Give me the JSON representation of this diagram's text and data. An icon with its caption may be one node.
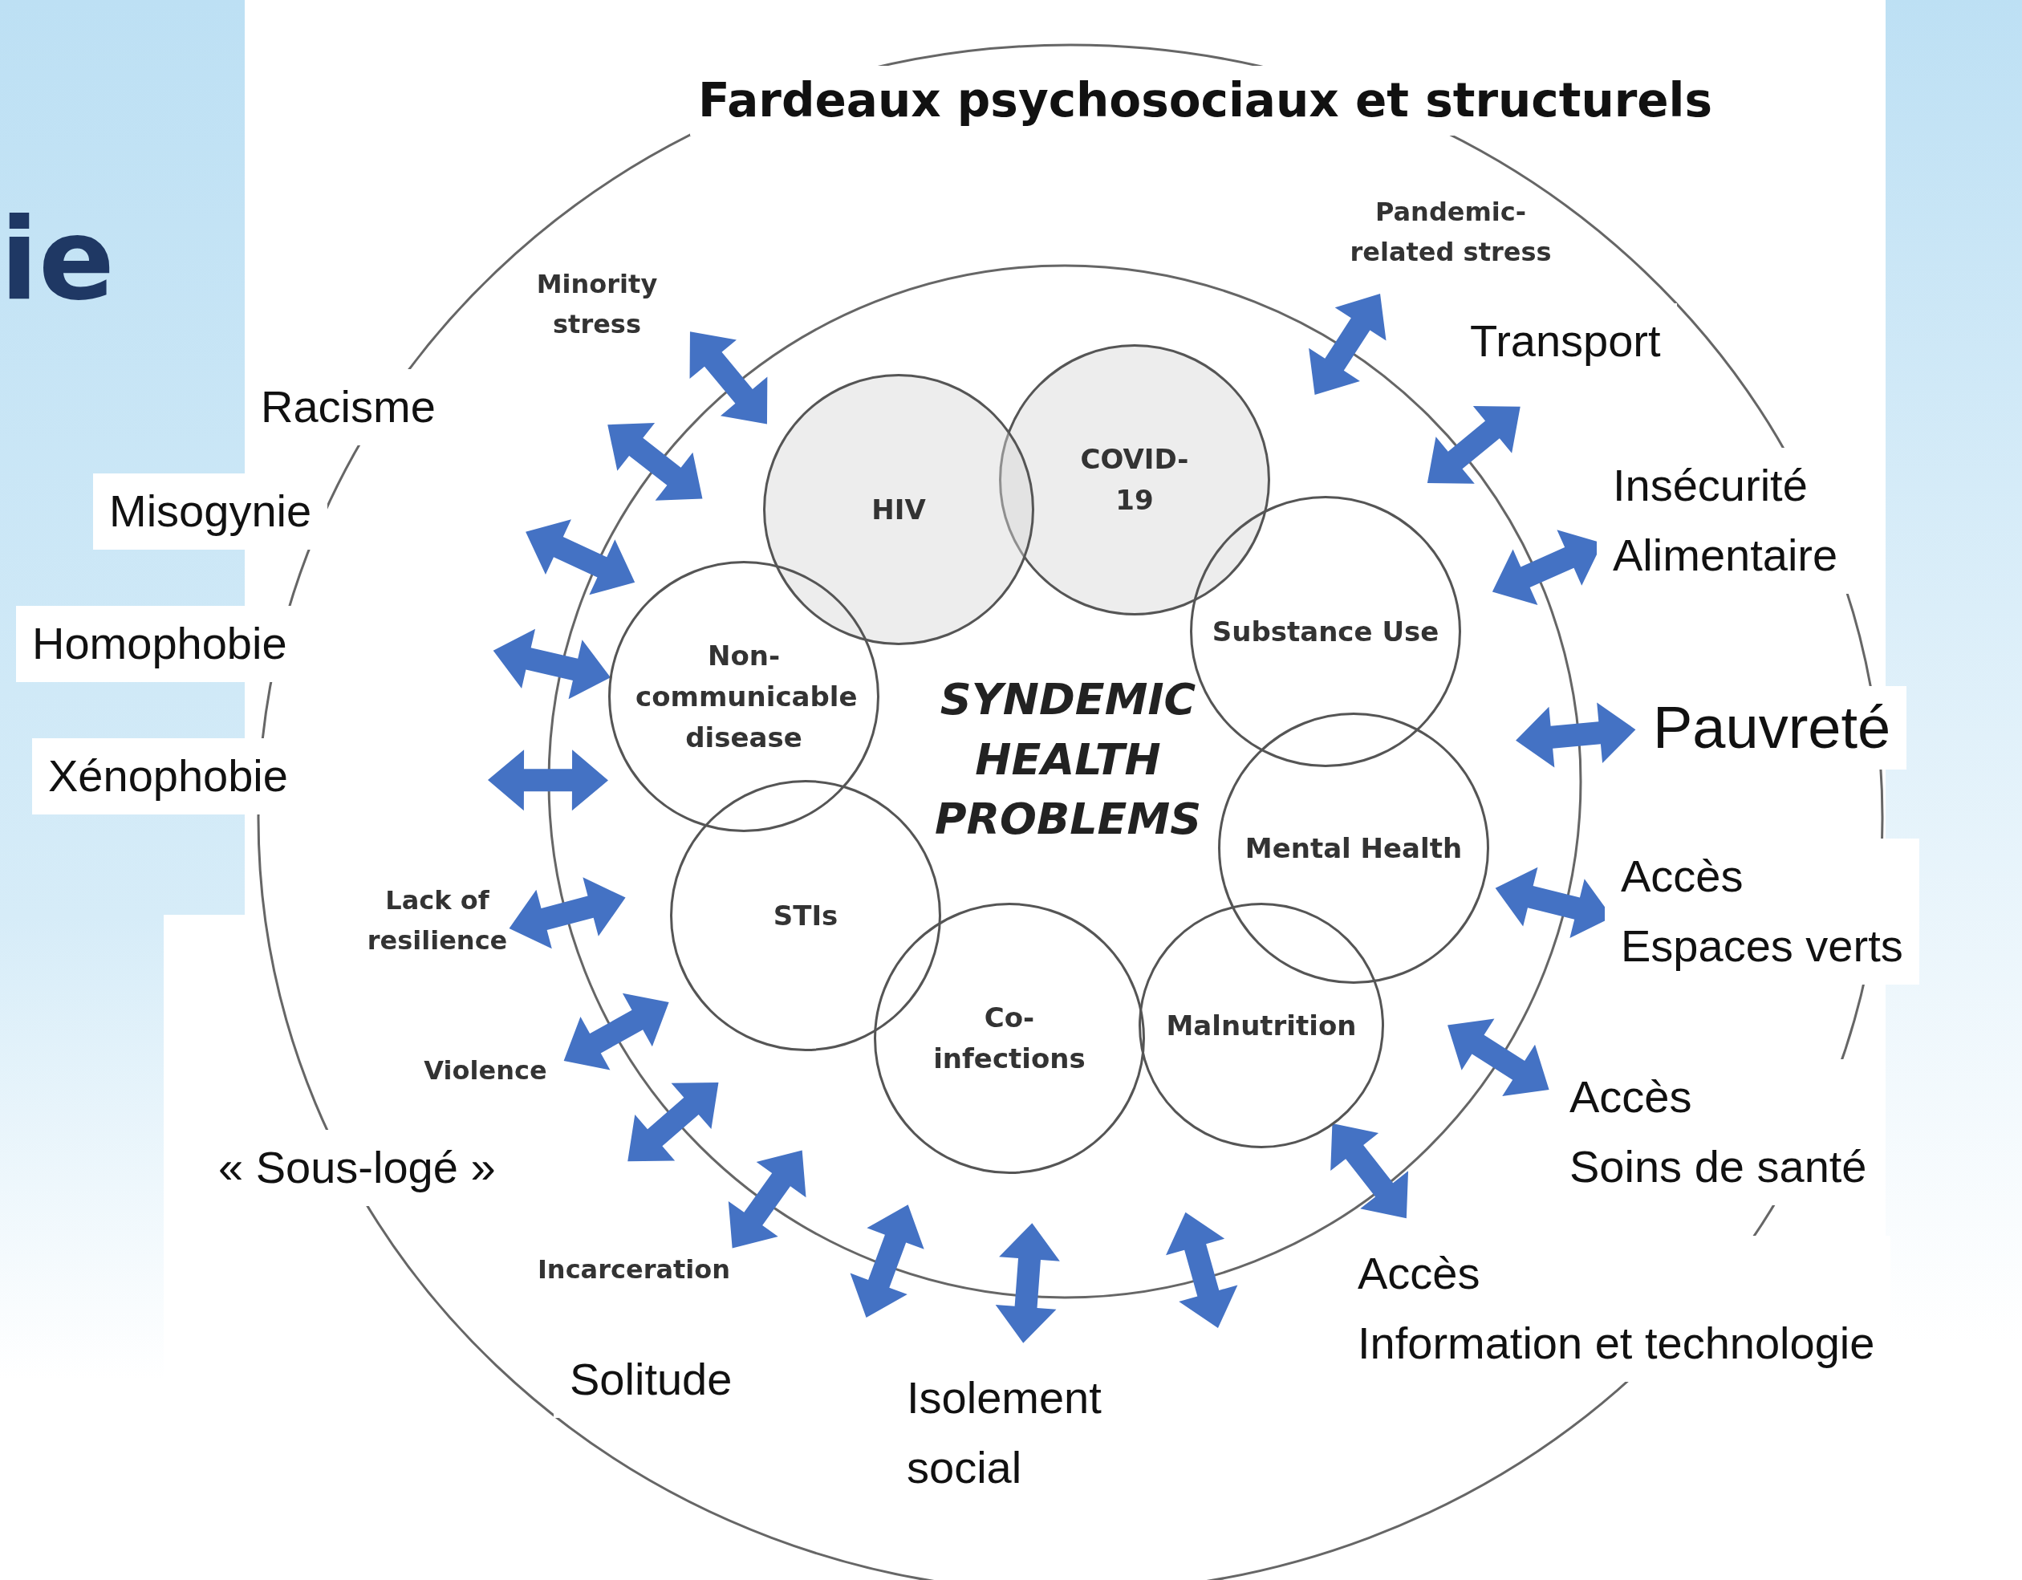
{
  "diagram": {
    "title": "Fardeaux psychosociaux et structurels",
    "nodes": [
      {
        "text": [
          "COVID-19"
        ]
      },
      {
        "text": [
          "HIV"
        ]
      },
      {
        "text": [
          "Substance Use"
        ]
      },
      {
        "text": [
          "Non-communicable disease"
        ]
      },
      {
        "text": [
          "Mental Health"
        ]
      },
      {
        "text": [
          "STIs"
        ]
      },
      {
        "text": [
          "Malnutrition"
        ]
      },
      {
        "text": [
          "Co-infections"
        ]
      }
    ],
    "labels": [
      "ie",
      "Pandemic-related stress",
      "Minority stress",
      "Transport",
      "Racisme",
      "Insécurité Alimentaire",
      "Misogynie",
      "Homophobie",
      "SYNDEMIC HEALTH PROBLEMS",
      "Pauvreté",
      "Xénophobie",
      "Accès Espaces verts",
      "Lack of resilience",
      "Violence",
      "Accès Soins de santé",
      "« Sous-logé »",
      "Incarceration",
      "Accès Information et technologie",
      "Solitude",
      "Isolement social"
    ]
  }
}
